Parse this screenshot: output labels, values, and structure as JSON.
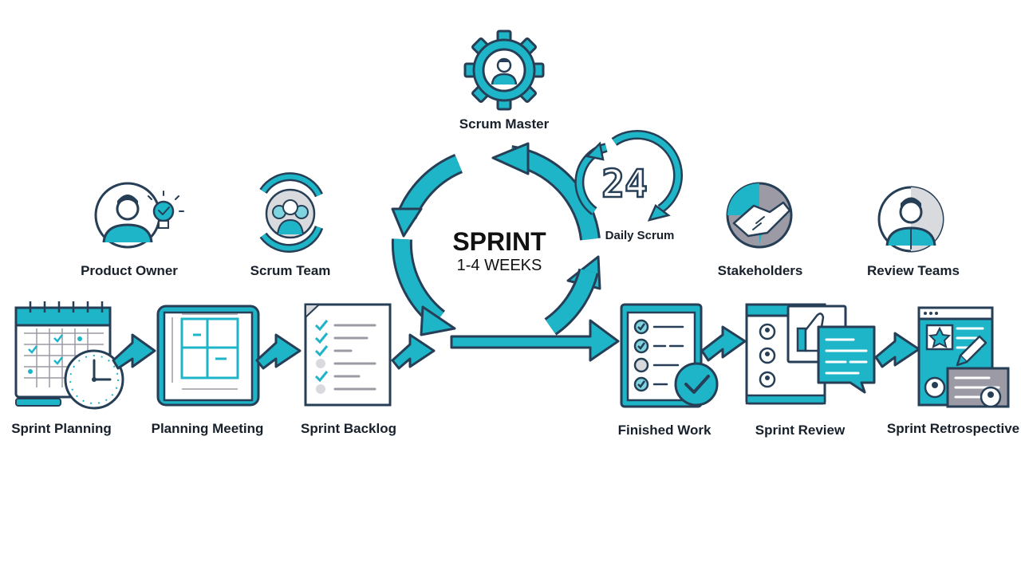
{
  "sprint": {
    "title": "SPRINT",
    "duration": "1-4 WEEKS"
  },
  "daily_scrum": {
    "number": "24",
    "label": "Daily Scrum"
  },
  "roles": {
    "scrum_master": "Scrum Master",
    "product_owner": "Product Owner",
    "scrum_team": "Scrum Team",
    "stakeholders": "Stakeholders",
    "review_teams": "Review Teams"
  },
  "steps": {
    "sprint_planning": "Sprint Planning",
    "planning_meeting": "Planning Meeting",
    "sprint_backlog": "Sprint Backlog",
    "finished_work": "Finished Work",
    "sprint_review": "Sprint Review",
    "sprint_retrospective": "Sprint Retrospective"
  },
  "colors": {
    "accent": "#1fb5c8",
    "outline": "#263f56",
    "text": "#17202b"
  }
}
